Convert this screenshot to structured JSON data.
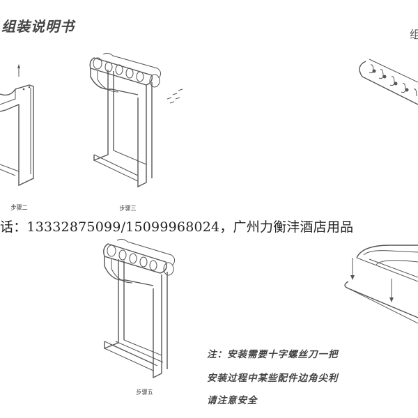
{
  "header": {
    "title": "组装说明书",
    "title_right_fragment": "组"
  },
  "steps": {
    "step2": "步骤二",
    "step3": "步骤三",
    "step5": "步骤五"
  },
  "contact": {
    "text": "话：13332875099/15099968024，广州力衡沣酒店用品"
  },
  "notes": [
    "注：安装需要十字螺丝刀一把",
    "安装过程中某些配件边角尖利",
    "请注意安全"
  ]
}
